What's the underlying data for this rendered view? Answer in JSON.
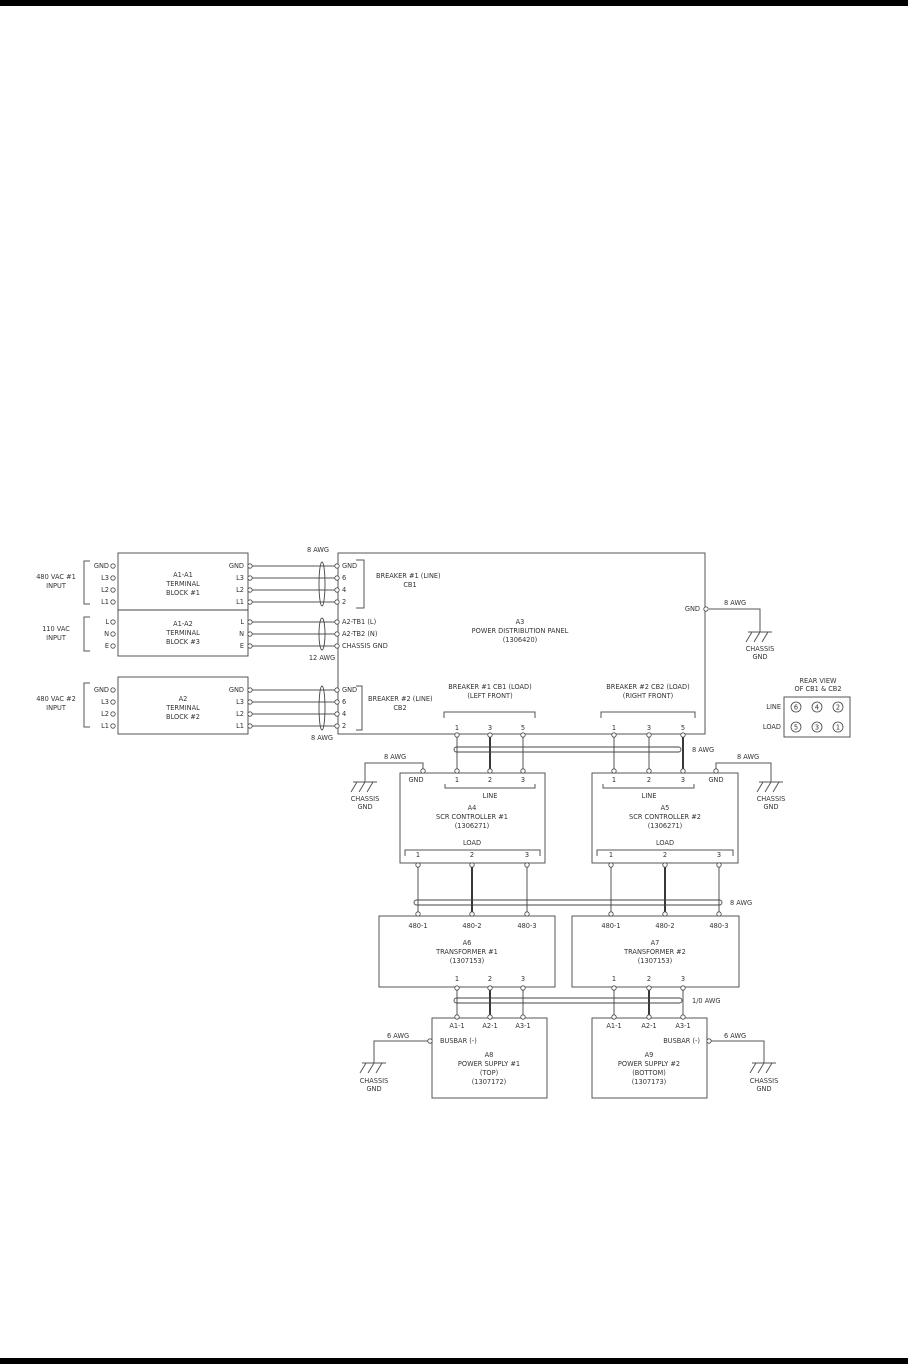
{
  "inputs": {
    "in1": [
      "480 VAC #1",
      "INPUT"
    ],
    "in2": [
      "110 VAC",
      "INPUT"
    ],
    "in3": [
      "480 VAC #2",
      "INPUT"
    ]
  },
  "blocks": {
    "tb1": [
      "A1-A1",
      "TERMINAL",
      "BLOCK #1"
    ],
    "tb3": [
      "A1-A2",
      "TERMINAL",
      "BLOCK #3"
    ],
    "tb2": [
      "A2",
      "TERMINAL",
      "BLOCK #2"
    ],
    "pdp": [
      "A3",
      "POWER DISTRIBUTION PANEL",
      "(1306420)"
    ],
    "scr1": [
      "A4",
      "SCR CONTROLLER #1",
      "(1306271)"
    ],
    "scr2": [
      "A5",
      "SCR CONTROLLER #2",
      "(1306271)"
    ],
    "xf1": [
      "A6",
      "TRANSFORMER #1",
      "(1307153)"
    ],
    "xf2": [
      "A7",
      "TRANSFORMER #2",
      "(1307153)"
    ],
    "ps1": [
      "A8",
      "POWER SUPPLY #1",
      "(TOP)",
      "(1307172)"
    ],
    "ps2": [
      "A9",
      "POWER SUPPLY #2",
      "(BOTTOM)",
      "(1307173)"
    ]
  },
  "terminal_labels": {
    "tb1_left": [
      "GND",
      "L3",
      "L2",
      "L1"
    ],
    "tb1_right": [
      "GND",
      "L3",
      "L2",
      "L1"
    ],
    "tb3_left": [
      "L",
      "N",
      "E"
    ],
    "tb3_right": [
      "L",
      "N",
      "E"
    ],
    "tb2_left": [
      "GND",
      "L3",
      "L2",
      "L1"
    ],
    "tb2_right": [
      "GND",
      "L3",
      "L2",
      "L1"
    ],
    "pdp_top": [
      "GND",
      "6",
      "4",
      "2"
    ],
    "pdp_mid": [
      "A2-TB1 (L)",
      "A2-TB2 (N)",
      "CHASSIS GND"
    ],
    "pdp_bot": [
      "GND",
      "6",
      "4",
      "2"
    ],
    "pdp_gnd": "GND",
    "cb1_pins": [
      "1",
      "3",
      "5"
    ],
    "cb2_pins": [
      "1",
      "3",
      "5"
    ],
    "scr_line_pins": [
      "1",
      "2",
      "3"
    ],
    "scr_load_pins": [
      "1",
      "2",
      "3"
    ],
    "scr_gnd": "GND",
    "scr_line": "LINE",
    "scr_load": "LOAD",
    "xf_in": [
      "480-1",
      "480-2",
      "480-3"
    ],
    "xf_out": [
      "1",
      "2",
      "3"
    ],
    "ps_in": [
      "A1-1",
      "A2-1",
      "A3-1"
    ],
    "ps_busbar": "BUSBAR (-)"
  },
  "breakers": {
    "cb1_line": [
      "BREAKER #1 (LINE)",
      "CB1"
    ],
    "cb2_line": [
      "BREAKER #2 (LINE)",
      "CB2"
    ],
    "cb1_load": [
      "BREAKER #1 CB1 (LOAD)",
      "(LEFT FRONT)"
    ],
    "cb2_load": [
      "BREAKER #2 CB2 (LOAD)",
      "(RIGHT FRONT)"
    ]
  },
  "wire_gauges": {
    "top": "8 AWG",
    "mid": "12 AWG",
    "bottom": "8 AWG",
    "pdp_gnd": "8 AWG",
    "bus1": "8 AWG",
    "scr1_gnd": "8 AWG",
    "scr2_gnd": "8 AWG",
    "bus2": "8 AWG",
    "bus3": "1/0 AWG",
    "ps1_gnd": "6 AWG",
    "ps2_gnd": "6 AWG"
  },
  "chassis_gnd": [
    "CHASSIS",
    "GND"
  ],
  "rear_view": {
    "title": [
      "REAR VIEW",
      "OF CB1 & CB2"
    ],
    "line_label": "LINE",
    "load_label": "LOAD",
    "line_pins": [
      "6",
      "4",
      "2"
    ],
    "load_pins": [
      "5",
      "3",
      "1"
    ]
  },
  "colors": {
    "ink": "#333333",
    "rule": "#000000"
  }
}
